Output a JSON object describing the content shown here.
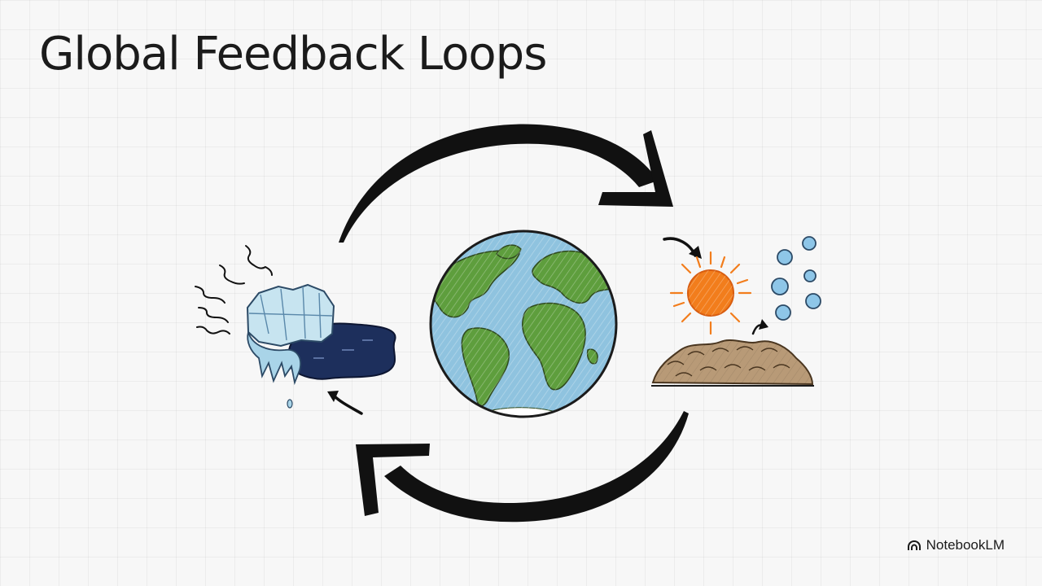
{
  "slide": {
    "title": "Global Feedback Loops"
  },
  "branding": {
    "label": "NotebookLM",
    "icon": "notebooklm-logo-icon"
  },
  "colors": {
    "ocean": "#8fc3df",
    "land": "#5e9e3d",
    "ice": "#c7e4f0",
    "melt_water": "#1d2f5c",
    "sun": "#f27d1c",
    "soil": "#b89a77",
    "bubbles": "#8ec6e8",
    "arrows": "#111111"
  },
  "diagram": {
    "nodes": [
      {
        "id": "melting-ice",
        "icon": "melting-ice-icon"
      },
      {
        "id": "earth",
        "icon": "earth-globe-icon"
      },
      {
        "id": "warming-soil",
        "icon": "sun-over-soil-icon"
      }
    ],
    "cycle_arrows": [
      "top-arc-clockwise",
      "bottom-arc-clockwise"
    ]
  }
}
